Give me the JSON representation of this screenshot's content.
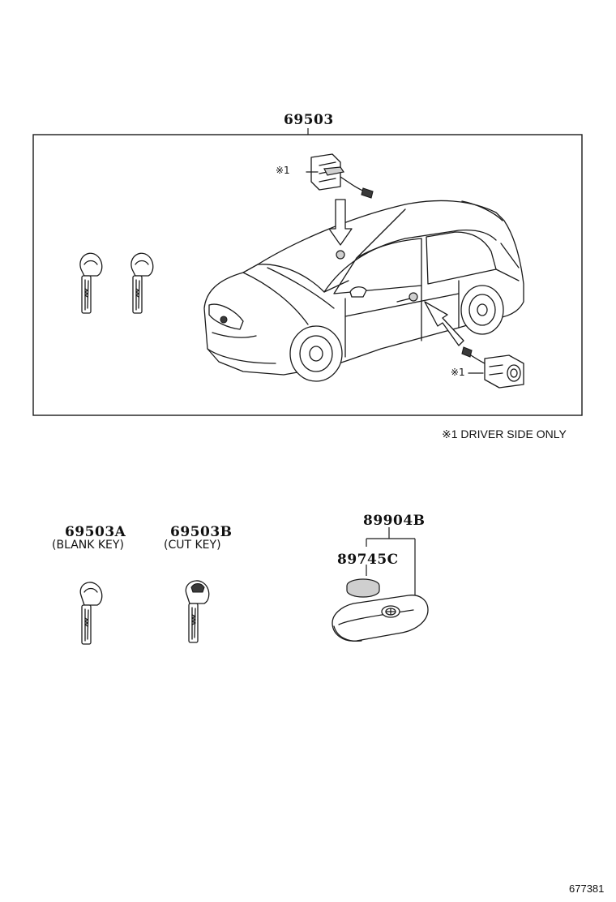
{
  "parts": {
    "main_assembly": "69503",
    "blank_key": {
      "number": "69503A",
      "desc": "(BLANK KEY)"
    },
    "cut_key": {
      "number": "69503B",
      "desc": "(CUT KEY)"
    },
    "transmitter": "89904B",
    "battery": "89745C"
  },
  "callouts": {
    "roof_cylinder_mark": "※1",
    "door_cylinder_mark": "※1"
  },
  "footnote": "※1  DRIVER SIDE ONLY",
  "diagram_id": "677381"
}
